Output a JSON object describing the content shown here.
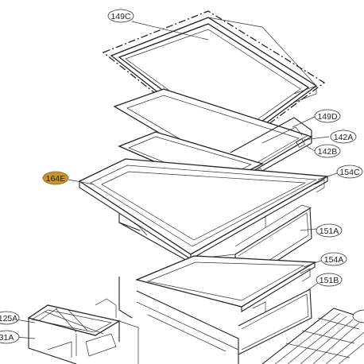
{
  "diagram": {
    "labels": {
      "l149c": "149C",
      "l149d": "149D",
      "l142a": "142A",
      "l142b": "142B",
      "l154c": "154C",
      "l164e": "164E",
      "l151a": "151A",
      "l154a": "154A",
      "l151b": "151B",
      "l125a": "125A",
      "l131a": "31A"
    },
    "highlight_color": "#c8962e"
  }
}
